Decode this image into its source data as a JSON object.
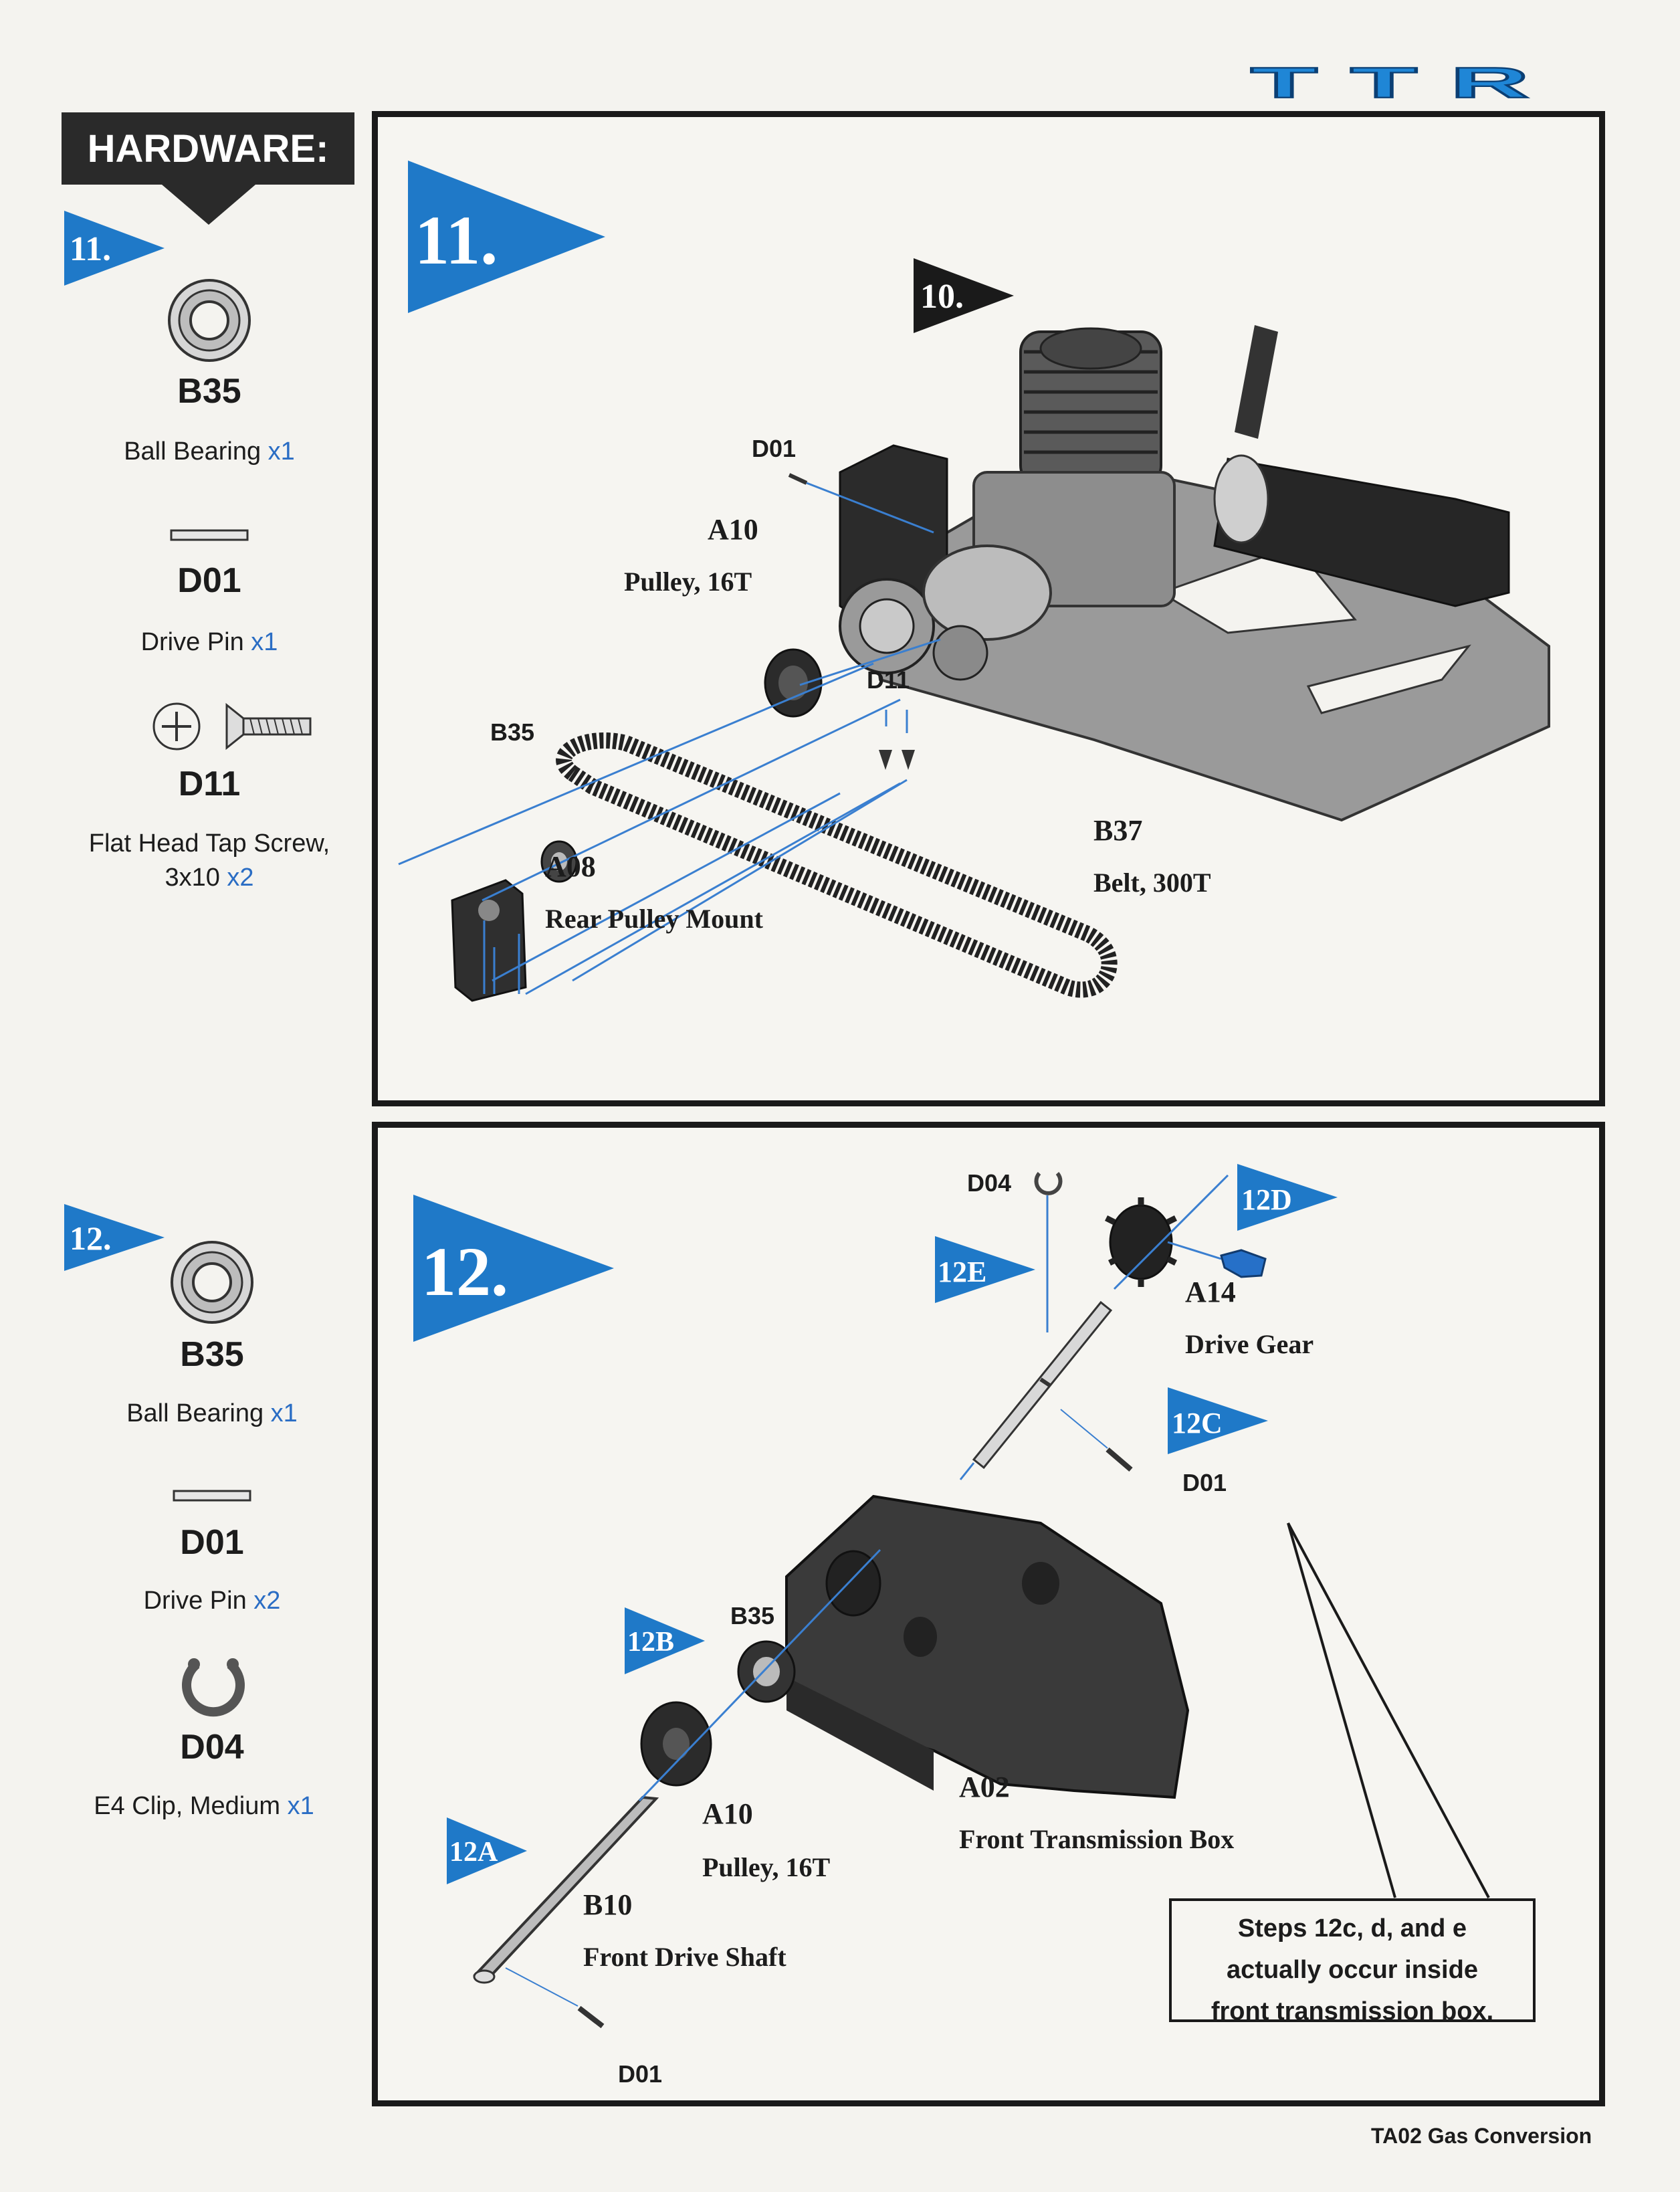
{
  "header": {
    "logo_text": "TTR"
  },
  "hardware_title": "HARDWARE:",
  "colors": {
    "accent_blue": "#1f79c8",
    "dark": "#1a1a1a",
    "qty_blue": "#2a6dc4"
  },
  "sidebar_11": {
    "flag": "11.",
    "items": [
      {
        "code": "B35",
        "name": "Ball Bearing",
        "qty": "x1",
        "icon": "ball-bearing-icon"
      },
      {
        "code": "D01",
        "name": "Drive Pin",
        "qty": "x1",
        "icon": "drive-pin-icon"
      },
      {
        "code": "D11",
        "name_line1": "Flat Head Tap Screw,",
        "name_line2": "3x10",
        "qty": "x2",
        "icon": "flat-head-screw-icon"
      }
    ]
  },
  "sidebar_12": {
    "flag": "12.",
    "items": [
      {
        "code": "B35",
        "name": "Ball Bearing",
        "qty": "x1",
        "icon": "ball-bearing-icon"
      },
      {
        "code": "D01",
        "name": "Drive Pin",
        "qty": "x2",
        "icon": "drive-pin-icon"
      },
      {
        "code": "D04",
        "name": "E4 Clip, Medium",
        "qty": "x1",
        "icon": "e-clip-icon"
      }
    ]
  },
  "step11": {
    "flag": "11.",
    "ref_flag": "10.",
    "labels": {
      "d01": "D01",
      "a10_code": "A10",
      "a10_name": "Pulley, 16T",
      "d11": "D11",
      "b35": "B35",
      "a08_code": "A08",
      "a08_name": "Rear Pulley Mount",
      "b37_code": "B37",
      "b37_name": "Belt, 300T"
    }
  },
  "step12": {
    "flag": "12.",
    "sub_flags": {
      "a": "12A",
      "b": "12B",
      "c": "12C",
      "d": "12D",
      "e": "12E"
    },
    "labels": {
      "d04": "D04",
      "a14_code": "A14",
      "a14_name": "Drive Gear",
      "d01_top": "D01",
      "b35": "B35",
      "a10_code": "A10",
      "a10_name": "Pulley, 16T",
      "a02_code": "A02",
      "a02_name": "Front Transmission Box",
      "b10_code": "B10",
      "b10_name": "Front Drive Shaft",
      "d01_bottom": "D01"
    },
    "note_lines": [
      "Steps 12c, d, and e",
      "actually occur inside",
      "front transmission box."
    ]
  },
  "footer": "TA02 Gas Conversion"
}
